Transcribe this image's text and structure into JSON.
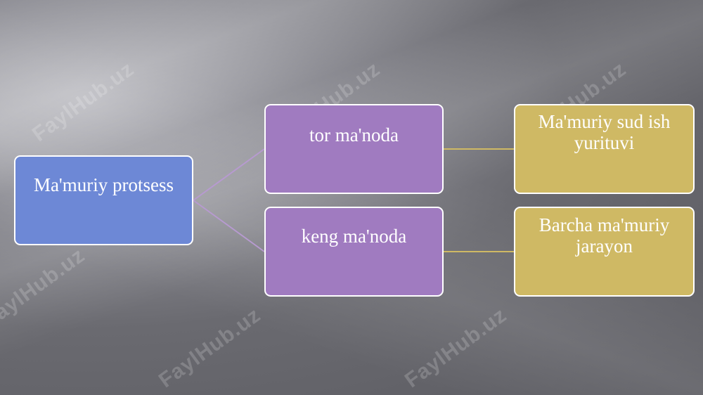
{
  "watermark": "FaylHub.uz",
  "diagram": {
    "root": {
      "label": "Ma'muriy protsess"
    },
    "branches": [
      {
        "label": "tor ma'noda",
        "child": "Ma'muriy sud ish yurituvi"
      },
      {
        "label": "keng ma'noda",
        "child": "Barcha ma'muriy jarayon"
      }
    ]
  },
  "colors": {
    "root": "#6d88d6",
    "branch": "#a07bc0",
    "leaf": "#cfb964",
    "root_link": "#b79ad0",
    "leaf_link": "#cfb964"
  }
}
